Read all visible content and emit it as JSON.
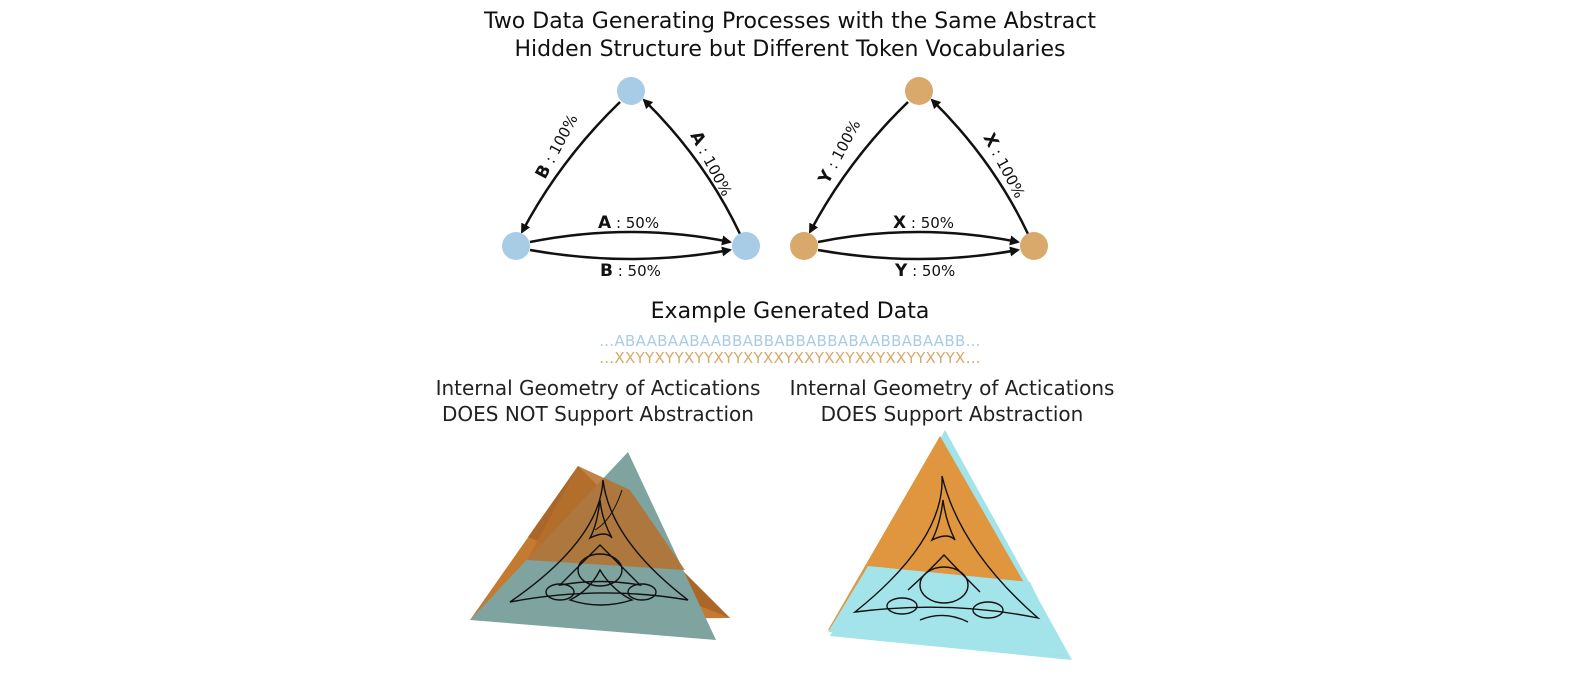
{
  "title": {
    "line1": "Two Data Generating Processes with the Same Abstract",
    "line2": "Hidden Structure but Different Token Vocabularies"
  },
  "process_left": {
    "node_color": "#a8cce6",
    "edges": {
      "top_to_left": {
        "token": "B",
        "prob": " : 100%"
      },
      "right_to_top": {
        "token": "A",
        "prob": " : 100%"
      },
      "upper_arc": {
        "token": "A",
        "prob": " : 50%"
      },
      "lower_arc": {
        "token": "B",
        "prob": " : 50%"
      }
    }
  },
  "process_right": {
    "node_color": "#d8a96a",
    "edges": {
      "top_to_left": {
        "token": "Y",
        "prob": " : 100%"
      },
      "right_to_top": {
        "token": "X",
        "prob": " : 100%"
      },
      "upper_arc": {
        "token": "X",
        "prob": " : 50%"
      },
      "lower_arc": {
        "token": "Y",
        "prob": " : 50%"
      }
    }
  },
  "example": {
    "heading": "Example Generated Data",
    "seq_ab": "…ABAABAABAABBABBABBABBABAABBABAABB…",
    "seq_xy": "…XXYYXYYXYYXYYXYXXYXXYXXYXXYXXYYXYYX…",
    "seq_ab_color": "#a8cce6",
    "seq_xy_color": "#d8a96a"
  },
  "geometry_left": {
    "line1": "Internal Geometry of Actications",
    "line2": "DOES NOT Support Abstraction"
  },
  "geometry_right": {
    "line1": "Internal Geometry of Actications",
    "line2": "DOES Support Abstraction"
  },
  "colors": {
    "orange_plane": "#e0953f",
    "teal_plane": "#7fa39e",
    "cyan_plane": "#a3e3ea",
    "fractal_ink": "#111111"
  }
}
